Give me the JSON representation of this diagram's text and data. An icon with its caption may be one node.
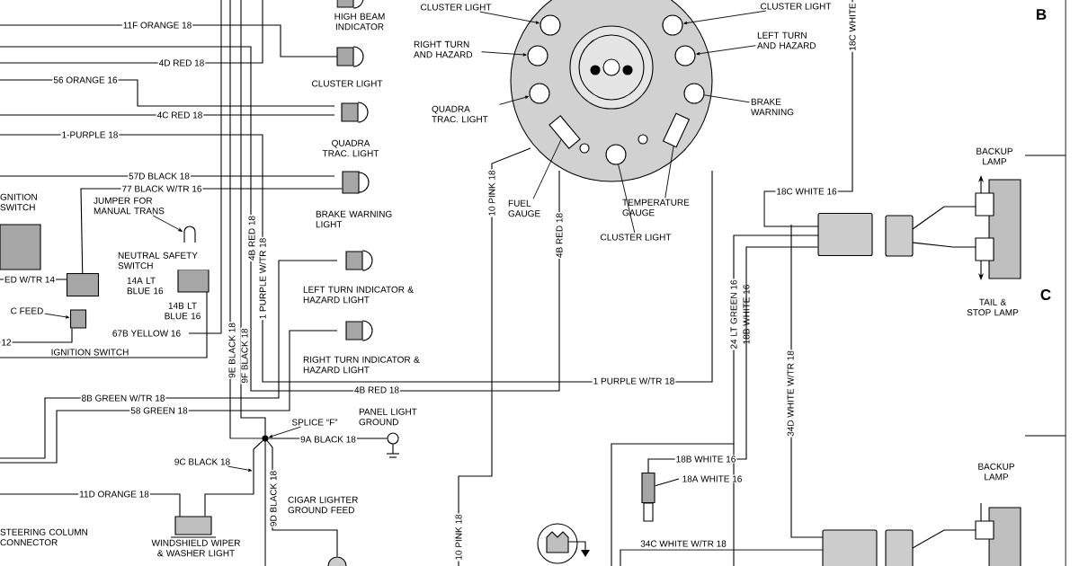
{
  "diagram": {
    "nodes": [
      {
        "text": [
          "CLUSTER LIGHT"
        ]
      },
      {
        "text": [
          "RIGHT TURN AND HAZARD"
        ]
      },
      {
        "text": [
          "QUADRA TRAC. LIGHT"
        ]
      },
      {
        "text": [
          "FUEL GAUGE"
        ]
      },
      {
        "text": [
          "CLUSTER LIGHT"
        ]
      },
      {
        "text": [
          "TEMPERATURE GAUGE"
        ]
      },
      {
        "text": [
          "CLUSTER LIGHT"
        ]
      },
      {
        "text": [
          "LEFT TURN AND HAZARD"
        ]
      },
      {
        "text": [
          "BRAKE WARNING"
        ]
      },
      {
        "text": [
          "JUMPER FOR MANUAL TRANS"
        ]
      },
      {
        "text": [
          "SPLICE “F”"
        ]
      },
      {
        "text": [
          "9C BLACK 18"
        ]
      },
      {
        "text": [
          "C FEED"
        ]
      },
      {
        "text": [],
        "shape": "picture"
      },
      {
        "text": [],
        "shape": "circle",
        "in": 13
      },
      {
        "text": [],
        "shape": "circle",
        "in": 13
      },
      {
        "text": [],
        "shape": "circle",
        "in": 13
      },
      {
        "text": [],
        "shape": "circle",
        "in": 13
      },
      {
        "text": [],
        "shape": "circle",
        "in": 13
      },
      {
        "text": [],
        "shape": "circle",
        "in": 13
      },
      {
        "text": [],
        "shape": "circle",
        "in": 13
      },
      {
        "text": [],
        "shape": "box",
        "in": 13
      },
      {
        "text": [],
        "shape": "box",
        "in": 13
      },
      {
        "text": [],
        "shape": "picture"
      },
      {
        "text": [],
        "shape": "circle"
      },
      {
        "text": [],
        "shape": "box"
      },
      {
        "text": [],
        "shape": "box"
      },
      {
        "text": [],
        "shape": "box"
      },
      {
        "text": [],
        "shape": "circle"
      },
      {
        "text": [],
        "shape": "box"
      },
      {
        "text": [],
        "shape": "circle"
      },
      {
        "text": [],
        "shape": "box"
      },
      {
        "text": [],
        "shape": "box"
      }
    ],
    "edges": [
      {
        "from": 0,
        "to": 14,
        "arrow": "to"
      },
      {
        "from": 1,
        "to": 16,
        "arrow": "to"
      },
      {
        "from": 2,
        "to": 18,
        "arrow": "to"
      },
      {
        "from": 3,
        "to": 21,
        "arrow": "none"
      },
      {
        "from": 4,
        "to": 20,
        "arrow": "none"
      },
      {
        "from": 5,
        "to": 22,
        "arrow": "none"
      },
      {
        "from": 6,
        "to": 15,
        "arrow": "to"
      },
      {
        "from": 7,
        "to": 17,
        "arrow": "to"
      },
      {
        "from": 8,
        "to": 19,
        "arrow": "none"
      },
      {
        "from": 9,
        "to": 23,
        "arrow": "to"
      },
      {
        "from": 10,
        "to": 24,
        "arrow": "to"
      },
      {
        "from": 11,
        "to": null,
        "arrow": "to"
      },
      {
        "from": 12,
        "to": 25,
        "arrow": "to"
      },
      {
        "from": 26,
        "to": 27,
        "arrow": "none",
        "label": "77 BLACK W/TR 16"
      },
      {
        "from": 24,
        "to": 28,
        "arrow": "none",
        "label": "9A BLACK 18"
      },
      {
        "from": 24,
        "to": 29,
        "arrow": "none"
      },
      {
        "from": 24,
        "to": 30,
        "arrow": "none",
        "label": "9D BLACK 18"
      },
      {
        "from": 31,
        "to": 32,
        "arrow": "none",
        "label": "18B WHITE 16"
      },
      {
        "from": null,
        "to": 27,
        "arrow": "none",
        "label": "ED W/TR 14"
      },
      {
        "from": null,
        "to": 25,
        "arrow": "none",
        "label": "12"
      },
      {
        "from": 32,
        "to": null,
        "arrow": "none",
        "label": "18A WHITE 16"
      }
    ],
    "labels": [
      "11F ORANGE 18",
      "HIGH BEAM INDICATOR",
      "4D RED 18",
      "CLUSTER LIGHT",
      "56 ORANGE 16",
      "4C RED 18",
      "QUADRA TRAC. LIGHT",
      "1-PURPLE 18",
      "57D BLACK 18",
      "BRAKE WARNING LIGHT",
      "GNITION SWITCH",
      "NEUTRAL SAFETY SWITCH",
      "14A LT BLUE 16",
      "14B LT BLUE 16",
      "67B YELLOW 16",
      "IGNITION SWITCH",
      "LEFT TURN INDICATOR & HAZARD LIGHT",
      "RIGHT TURN INDICATOR & HAZARD LIGHT",
      "9E BLACK 18",
      "9F BLACK 18",
      "4B RED 18",
      "1 PURPLE W/TR 18",
      "8B GREEN W/TR 18",
      "58 GREEN 18",
      "4B RED 18",
      "1 PURPLE W/TR 18",
      "PANEL LIGHT GROUND",
      "11D ORANGE 18",
      "CIGAR LIGHTER GROUND FEED",
      "STEERING COLUMN CONNECTOR",
      "WINDSHIELD WIPER & WASHER LIGHT",
      "10 PINK 18",
      "4B RED 18",
      "10 PINK 18",
      "18C WHITE",
      "B",
      "18C WHITE 16",
      "BACKUP LAMP",
      "24 LT GREEN 16",
      "18B WHITE 16",
      "TAIL & STOP LAMP",
      "C",
      "34D WHITE W/TR 18",
      "34C WHITE W/TR 18",
      "BACKUP LAMP"
    ]
  }
}
